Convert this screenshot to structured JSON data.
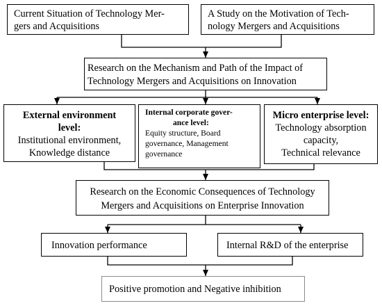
{
  "boxes": {
    "current_situation": [
      "Current Situation of Technology Mer-",
      "gers and Acquisitions"
    ],
    "motivation_study": [
      "A Study on the Motivation of Tech-",
      "nology Mergers and Acquisitions"
    ],
    "mechanism_research": [
      "Research on the Mechanism and Path of the Impact of",
      "Technology Mergers and Acquisitions on Innovation"
    ],
    "external_environment": {
      "title": [
        "External environment",
        "level:"
      ],
      "body": [
        "Institutional environment,",
        "Knowledge distance"
      ]
    },
    "internal_governance": {
      "title": [
        "Internal corporate gover-",
        "ance level:"
      ],
      "body": [
        "Equity structure, Board",
        "governance, Management",
        "governance"
      ]
    },
    "micro_enterprise": {
      "title": [
        "Micro enterprise level:"
      ],
      "body": [
        "Technology absorption",
        "capacity,",
        "Technical relevance"
      ]
    },
    "economic_consequences": [
      "Research on the Economic Consequences of Technology",
      "Mergers and Acquisitions on Enterprise Innovation"
    ],
    "innovation_performance": [
      "Innovation performance"
    ],
    "internal_rd": [
      "Internal R&D of the enterprise"
    ],
    "promotion_inhibition": [
      "Positive promotion and Negative inhibition"
    ]
  }
}
